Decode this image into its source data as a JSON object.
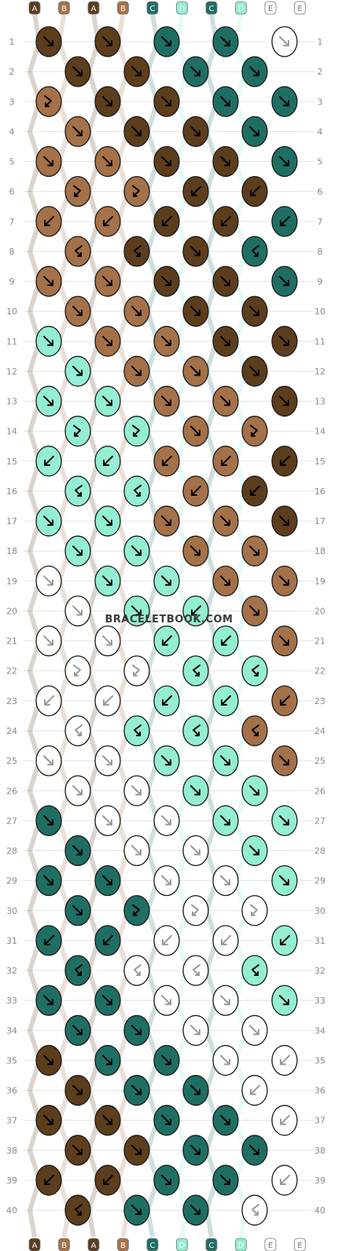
{
  "watermark": "BRACELETBOOK.COM",
  "colors": {
    "A": "#5c3d1c",
    "B": "#a57148",
    "C": "#1f6e64",
    "D": "#93eed4",
    "E": "#ffffff"
  },
  "strings": [
    "A",
    "B",
    "A",
    "B",
    "C",
    "D",
    "C",
    "D",
    "E",
    "E"
  ],
  "row_labels": [
    "1",
    "2",
    "3",
    "4",
    "5",
    "6",
    "7",
    "8",
    "9",
    "10",
    "11",
    "12",
    "13",
    "14",
    "15",
    "16",
    "17",
    "18",
    "19",
    "20",
    "21",
    "22",
    "23",
    "24",
    "25",
    "26",
    "27",
    "28",
    "29",
    "30",
    "31",
    "32",
    "33",
    "34",
    "35",
    "36",
    "37",
    "38",
    "39",
    "40"
  ],
  "knot_rows": [
    [
      [
        "A",
        "f"
      ],
      [
        "A",
        "f"
      ],
      [
        "C",
        "f"
      ],
      [
        "C",
        "f"
      ],
      [
        "E",
        "f"
      ]
    ],
    [
      [
        "A",
        "f"
      ],
      [
        "A",
        "f"
      ],
      [
        "C",
        "f"
      ],
      [
        "C",
        "f"
      ]
    ],
    [
      [
        "B",
        "fb"
      ],
      [
        "A",
        "f"
      ],
      [
        "A",
        "f"
      ],
      [
        "C",
        "f"
      ],
      [
        "C",
        "f"
      ]
    ],
    [
      [
        "B",
        "f"
      ],
      [
        "A",
        "f"
      ],
      [
        "A",
        "f"
      ],
      [
        "C",
        "f"
      ]
    ],
    [
      [
        "B",
        "f"
      ],
      [
        "B",
        "f"
      ],
      [
        "A",
        "f"
      ],
      [
        "A",
        "f"
      ],
      [
        "C",
        "f"
      ]
    ],
    [
      [
        "B",
        "fb"
      ],
      [
        "B",
        "fb"
      ],
      [
        "A",
        "b"
      ],
      [
        "A",
        "b"
      ]
    ],
    [
      [
        "B",
        "b"
      ],
      [
        "B",
        "b"
      ],
      [
        "A",
        "b"
      ],
      [
        "A",
        "b"
      ],
      [
        "C",
        "b"
      ]
    ],
    [
      [
        "B",
        "bf"
      ],
      [
        "A",
        "bf"
      ],
      [
        "A",
        "f"
      ],
      [
        "C",
        "bf"
      ]
    ],
    [
      [
        "B",
        "f"
      ],
      [
        "B",
        "f"
      ],
      [
        "A",
        "f"
      ],
      [
        "A",
        "f"
      ],
      [
        "C",
        "f"
      ]
    ],
    [
      [
        "B",
        "f"
      ],
      [
        "B",
        "f"
      ],
      [
        "A",
        "f"
      ],
      [
        "A",
        "f"
      ]
    ],
    [
      [
        "D",
        "f"
      ],
      [
        "B",
        "f"
      ],
      [
        "B",
        "f"
      ],
      [
        "A",
        "f"
      ],
      [
        "A",
        "f"
      ]
    ],
    [
      [
        "D",
        "f"
      ],
      [
        "B",
        "f"
      ],
      [
        "B",
        "f"
      ],
      [
        "A",
        "f"
      ]
    ],
    [
      [
        "D",
        "f"
      ],
      [
        "D",
        "f"
      ],
      [
        "B",
        "f"
      ],
      [
        "B",
        "f"
      ],
      [
        "A",
        "f"
      ]
    ],
    [
      [
        "D",
        "fb"
      ],
      [
        "D",
        "fb"
      ],
      [
        "B",
        "f"
      ],
      [
        "B",
        "fb"
      ]
    ],
    [
      [
        "D",
        "b"
      ],
      [
        "D",
        "b"
      ],
      [
        "B",
        "b"
      ],
      [
        "B",
        "b"
      ],
      [
        "A",
        "b"
      ]
    ],
    [
      [
        "D",
        "bf"
      ],
      [
        "D",
        "bf"
      ],
      [
        "B",
        "b"
      ],
      [
        "A",
        "b"
      ]
    ],
    [
      [
        "D",
        "f"
      ],
      [
        "D",
        "f"
      ],
      [
        "B",
        "f"
      ],
      [
        "B",
        "f"
      ],
      [
        "A",
        "f"
      ]
    ],
    [
      [
        "D",
        "f"
      ],
      [
        "D",
        "f"
      ],
      [
        "B",
        "f"
      ],
      [
        "B",
        "f"
      ]
    ],
    [
      [
        "E",
        "f"
      ],
      [
        "D",
        "f"
      ],
      [
        "D",
        "f"
      ],
      [
        "B",
        "f"
      ],
      [
        "B",
        "f"
      ]
    ],
    [
      [
        "E",
        "f"
      ],
      [
        "D",
        "f"
      ],
      [
        "D",
        "b"
      ],
      [
        "B",
        "f"
      ]
    ],
    [
      [
        "E",
        "f"
      ],
      [
        "E",
        "f"
      ],
      [
        "D",
        "b"
      ],
      [
        "D",
        "b"
      ],
      [
        "B",
        "f"
      ]
    ],
    [
      [
        "E",
        "fb"
      ],
      [
        "E",
        "fb"
      ],
      [
        "D",
        "bf"
      ],
      [
        "D",
        "bf"
      ]
    ],
    [
      [
        "E",
        "b"
      ],
      [
        "E",
        "b"
      ],
      [
        "D",
        "b"
      ],
      [
        "D",
        "b"
      ],
      [
        "B",
        "b"
      ]
    ],
    [
      [
        "E",
        "bf"
      ],
      [
        "D",
        "bf"
      ],
      [
        "D",
        "bf"
      ],
      [
        "B",
        "bf"
      ]
    ],
    [
      [
        "E",
        "f"
      ],
      [
        "E",
        "f"
      ],
      [
        "D",
        "f"
      ],
      [
        "D",
        "f"
      ],
      [
        "B",
        "f"
      ]
    ],
    [
      [
        "E",
        "f"
      ],
      [
        "E",
        "f"
      ],
      [
        "D",
        "f"
      ],
      [
        "D",
        "f"
      ]
    ],
    [
      [
        "C",
        "f"
      ],
      [
        "E",
        "f"
      ],
      [
        "E",
        "f"
      ],
      [
        "D",
        "f"
      ],
      [
        "D",
        "f"
      ]
    ],
    [
      [
        "C",
        "f"
      ],
      [
        "E",
        "f"
      ],
      [
        "E",
        "f"
      ],
      [
        "D",
        "f"
      ]
    ],
    [
      [
        "C",
        "f"
      ],
      [
        "C",
        "f"
      ],
      [
        "E",
        "f"
      ],
      [
        "E",
        "f"
      ],
      [
        "D",
        "f"
      ]
    ],
    [
      [
        "C",
        "f"
      ],
      [
        "C",
        "fb"
      ],
      [
        "E",
        "fb"
      ],
      [
        "E",
        "fb"
      ]
    ],
    [
      [
        "C",
        "b"
      ],
      [
        "C",
        "b"
      ],
      [
        "E",
        "b"
      ],
      [
        "E",
        "b"
      ],
      [
        "D",
        "b"
      ]
    ],
    [
      [
        "C",
        "bf"
      ],
      [
        "E",
        "bf"
      ],
      [
        "E",
        "bf"
      ],
      [
        "D",
        "bf"
      ]
    ],
    [
      [
        "C",
        "f"
      ],
      [
        "C",
        "f"
      ],
      [
        "E",
        "f"
      ],
      [
        "E",
        "f"
      ],
      [
        "D",
        "f"
      ]
    ],
    [
      [
        "C",
        "f"
      ],
      [
        "C",
        "f"
      ],
      [
        "E",
        "f"
      ],
      [
        "E",
        "f"
      ]
    ],
    [
      [
        "A",
        "f"
      ],
      [
        "C",
        "f"
      ],
      [
        "C",
        "f"
      ],
      [
        "E",
        "f"
      ],
      [
        "E",
        "b"
      ]
    ],
    [
      [
        "A",
        "f"
      ],
      [
        "C",
        "f"
      ],
      [
        "C",
        "f"
      ],
      [
        "E",
        "b"
      ]
    ],
    [
      [
        "A",
        "f"
      ],
      [
        "A",
        "f"
      ],
      [
        "C",
        "f"
      ],
      [
        "C",
        "f"
      ],
      [
        "E",
        "b"
      ]
    ],
    [
      [
        "A",
        "f"
      ],
      [
        "A",
        "f"
      ],
      [
        "C",
        "f"
      ],
      [
        "C",
        "f"
      ]
    ],
    [
      [
        "A",
        "b"
      ],
      [
        "A",
        "b"
      ],
      [
        "C",
        "f"
      ],
      [
        "C",
        "f"
      ],
      [
        "E",
        "b"
      ]
    ],
    [
      [
        "A",
        "bf"
      ],
      [
        "C",
        "f"
      ],
      [
        "C",
        "f"
      ],
      [
        "E",
        "bf"
      ]
    ]
  ]
}
